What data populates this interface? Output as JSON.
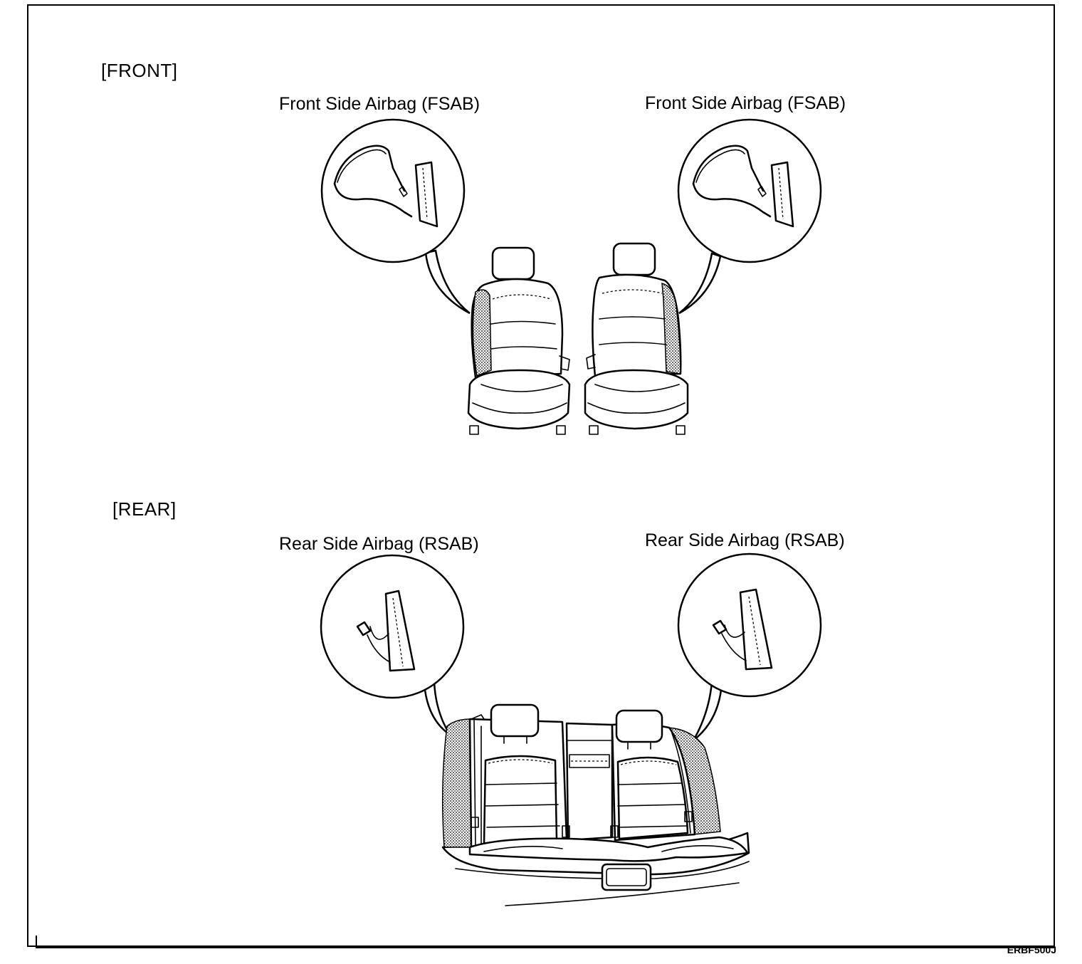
{
  "sections": {
    "front": {
      "label": "[FRONT]",
      "callouts": [
        {
          "label": "Front Side Airbag (FSAB)"
        },
        {
          "label": "Front Side Airbag (FSAB)"
        }
      ]
    },
    "rear": {
      "label": "[REAR]",
      "callouts": [
        {
          "label": "Rear Side Airbag (RSAB)"
        },
        {
          "label": "Rear Side Airbag (RSAB)"
        }
      ]
    }
  },
  "figure_code": "ERBF500J"
}
